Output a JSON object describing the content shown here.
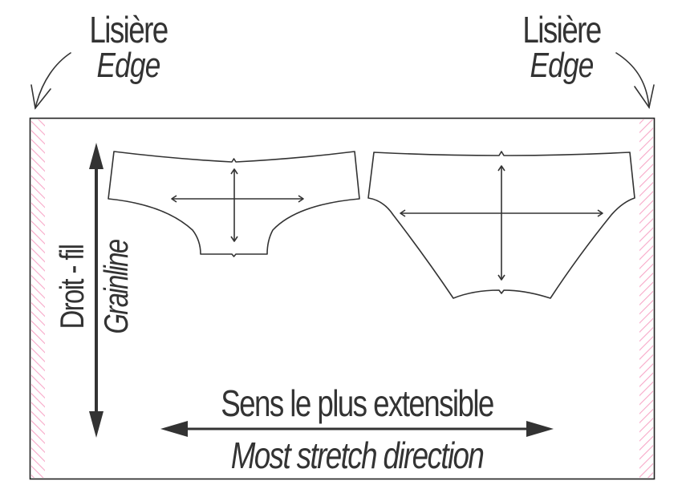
{
  "labels": {
    "edge_left": {
      "fr": "Lisière",
      "en": "Edge"
    },
    "edge_right": {
      "fr": "Lisière",
      "en": "Edge"
    },
    "grainline": {
      "fr": "Droit - fil",
      "en": "Grainline"
    },
    "stretch": {
      "fr": "Sens le plus extensible",
      "en": "Most stretch direction"
    }
  },
  "pieces": [
    {
      "name": "brief-front-piece",
      "arrows": [
        "vertical",
        "horizontal"
      ]
    },
    {
      "name": "brief-back-piece",
      "arrows": [
        "vertical",
        "horizontal"
      ]
    }
  ],
  "colors": {
    "ink": "#333333",
    "selvage_hatch": "#f7a8c8",
    "background": "#ffffff"
  }
}
